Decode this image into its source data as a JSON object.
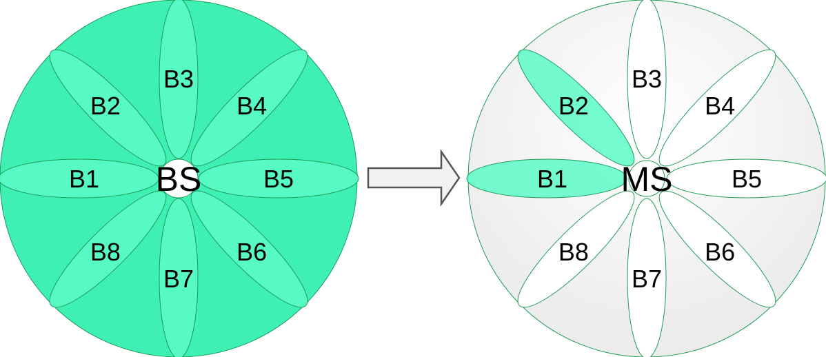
{
  "left_diagram": {
    "center_label": "BS",
    "beams": [
      {
        "label": "B1",
        "active": true
      },
      {
        "label": "B2",
        "active": true
      },
      {
        "label": "B3",
        "active": true
      },
      {
        "label": "B4",
        "active": true
      },
      {
        "label": "B5",
        "active": true
      },
      {
        "label": "B6",
        "active": true
      },
      {
        "label": "B7",
        "active": true
      },
      {
        "label": "B8",
        "active": true
      }
    ]
  },
  "right_diagram": {
    "center_label": "MS",
    "beams": [
      {
        "label": "B1",
        "active": true
      },
      {
        "label": "B2",
        "active": true
      },
      {
        "label": "B3",
        "active": false
      },
      {
        "label": "B4",
        "active": false
      },
      {
        "label": "B5",
        "active": false
      },
      {
        "label": "B6",
        "active": false
      },
      {
        "label": "B7",
        "active": false
      },
      {
        "label": "B8",
        "active": false
      }
    ]
  },
  "colors": {
    "left_background": "#3ff0b4",
    "beam_active": "#5cfcc8",
    "right_background": "#f7f7f7",
    "beam_inactive": "#ffffff",
    "outline": "#1d9a55",
    "arrow_fill": "#f2f2f2",
    "arrow_stroke": "#555555"
  },
  "arrow": {
    "direction": "right"
  }
}
